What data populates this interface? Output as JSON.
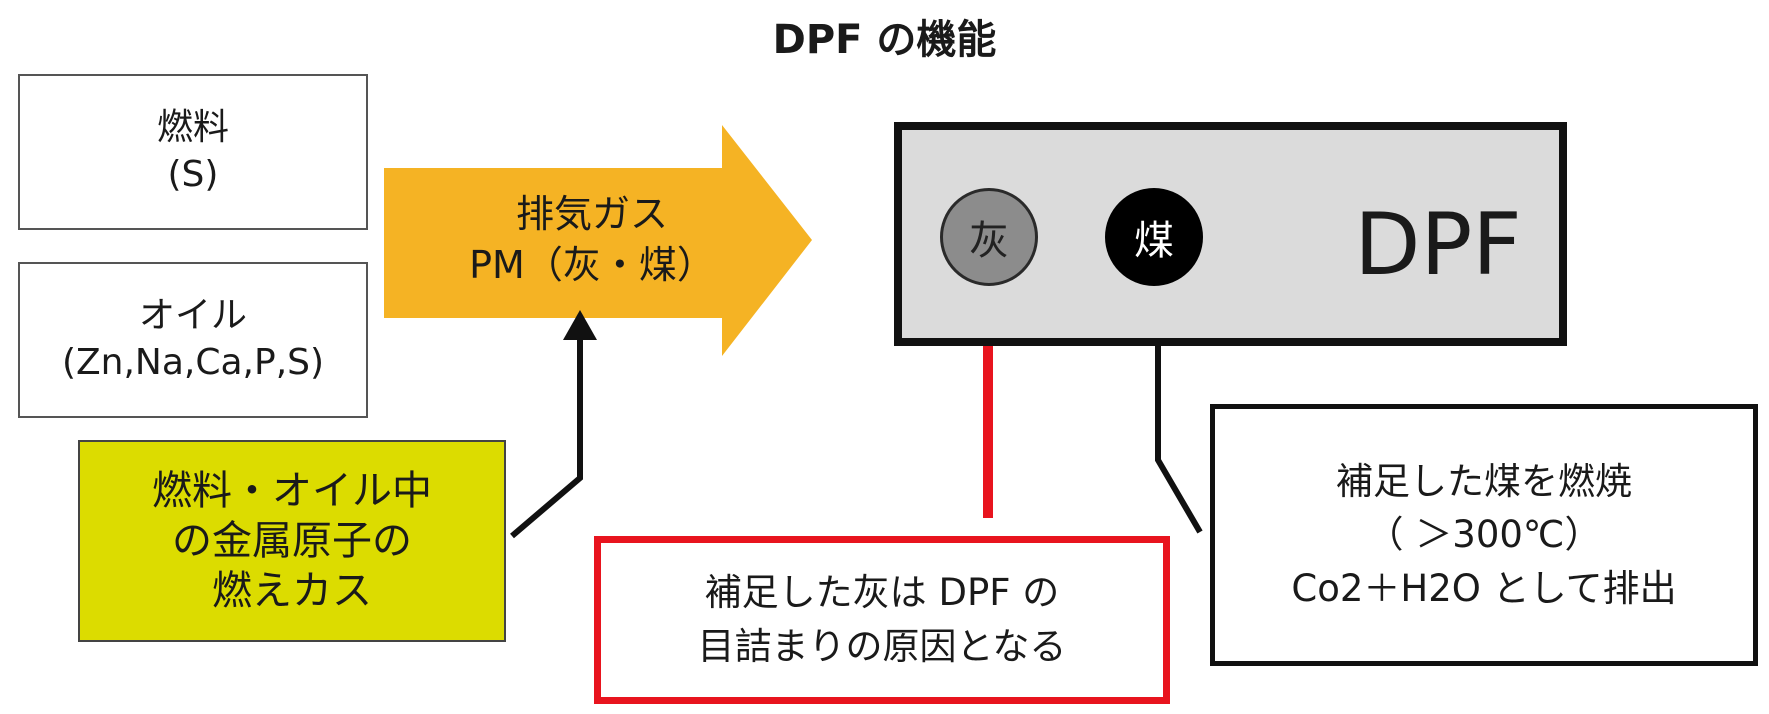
{
  "title": "DPF の機能",
  "fuel_box": {
    "line1": "燃料",
    "line2": "(S)"
  },
  "oil_box": {
    "line1": "オイル",
    "line2": "(Zn,Na,Ca,P,S)"
  },
  "exhaust_arrow": {
    "line1": "排気ガス",
    "line2": "PM（灰・煤）"
  },
  "metal_box": {
    "line1": "燃料・オイル中",
    "line2": "の金属原子の",
    "line3": "燃えカス"
  },
  "dpf": {
    "label": "DPF",
    "ash": "灰",
    "soot": "煤"
  },
  "ash_note": {
    "line1": "補足した灰は DPF の",
    "line2": "目詰まりの原因となる"
  },
  "soot_note": {
    "line1": "補足した煤を燃焼",
    "line2": "（ ＞300℃）",
    "line3": "Co2＋H2O として排出"
  },
  "colors": {
    "exhaust_fill": "#f5b324",
    "metal_fill": "#dcdc00",
    "ash_note_border": "#e8141e",
    "dpf_fill": "#dbdbdb",
    "ash_fill": "#8c8c8c",
    "soot_fill": "#000000"
  }
}
